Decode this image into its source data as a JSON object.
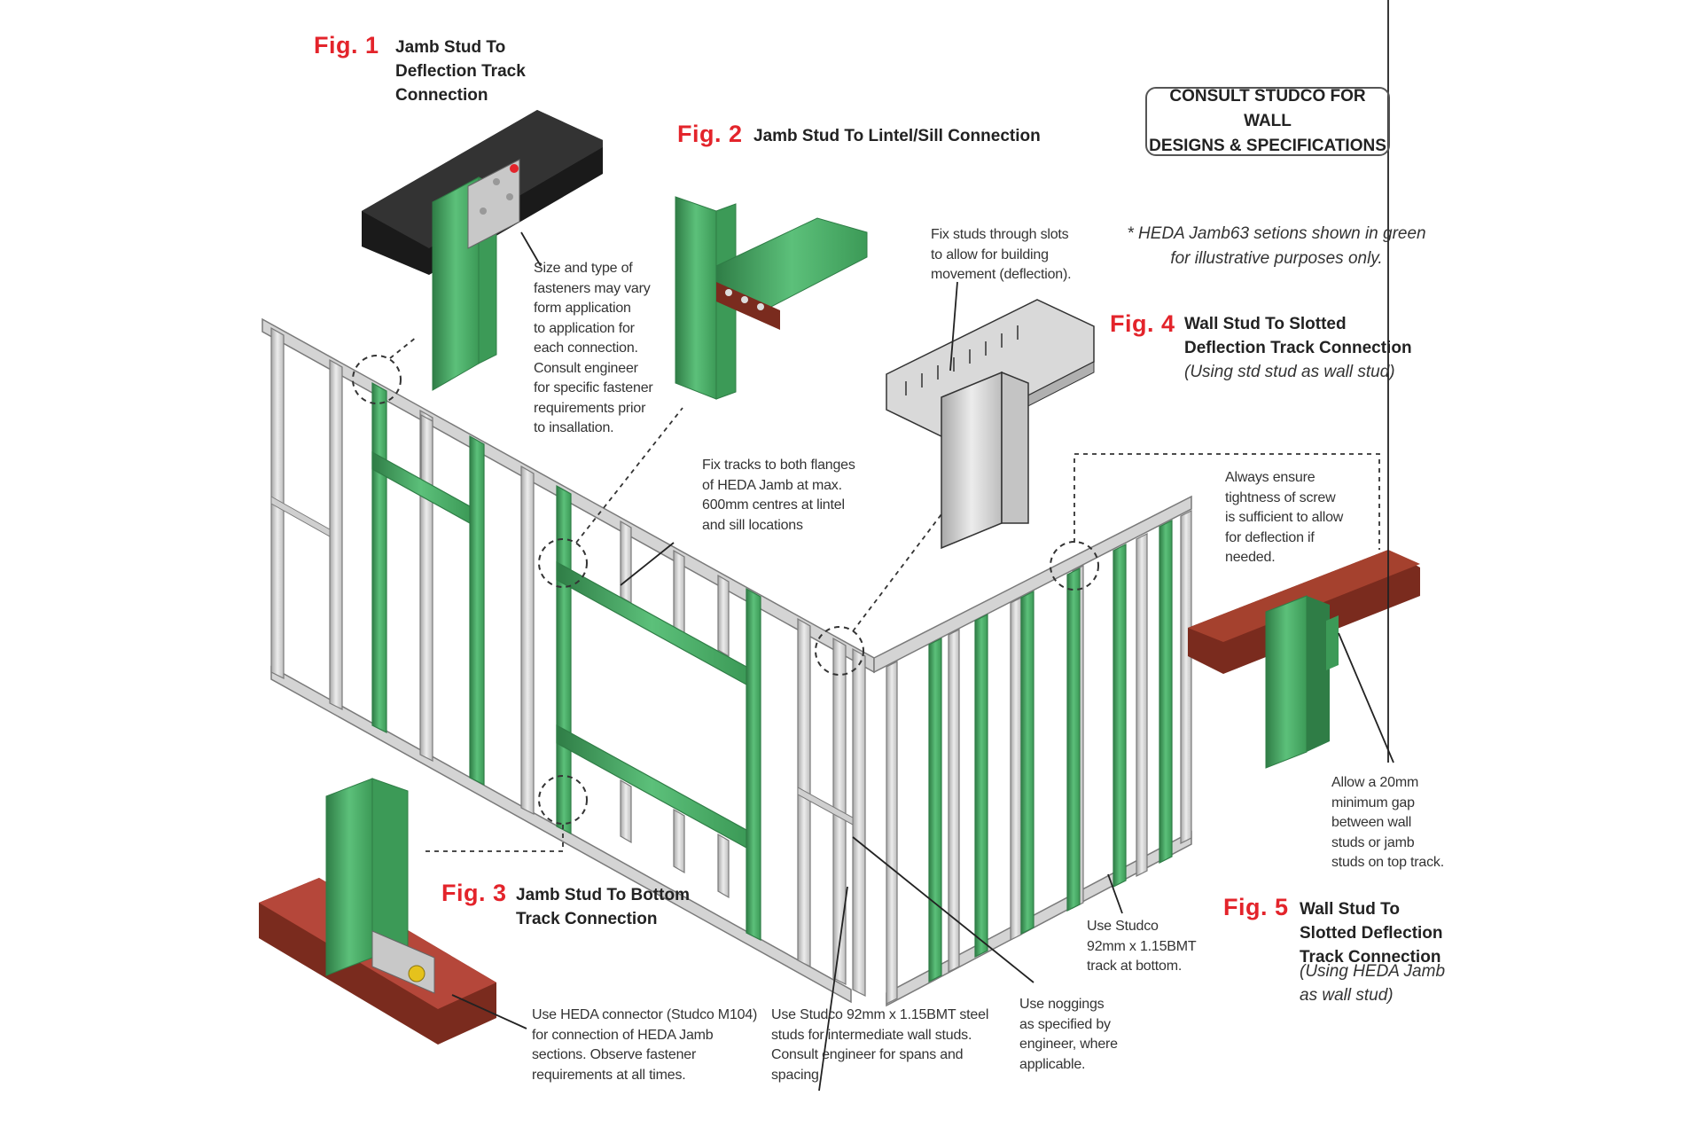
{
  "figures": [
    {
      "number": "Fig. 1",
      "title": "Jamb Stud To\nDeflection Track\nConnection"
    },
    {
      "number": "Fig. 2",
      "title": "Jamb Stud To Lintel/Sill Connection"
    },
    {
      "number": "Fig. 3",
      "title": "Jamb Stud To Bottom\nTrack Connection"
    },
    {
      "number": "Fig. 4",
      "title": "Wall Stud To Slotted\nDeflection Track Connection",
      "subtitle": "(Using std stud as wall stud)"
    },
    {
      "number": "Fig. 5",
      "title": "Wall Stud To\n  Slotted Deflection\nTrack Connection",
      "subtitle": "(Using HEDA Jamb\n     as wall stud)"
    }
  ],
  "consult_box": "CONSULT STUDCO FOR WALL\nDESIGNS & SPECIFICATIONS",
  "illustrative_note": "* HEDA Jamb63 setions shown in green\nfor illustrative purposes only.",
  "notes": {
    "fasteners": "Size and type of\nfasteners may vary\nform application\nto application for\neach connection.\nConsult engineer\nfor specific fastener\nrequirements prior\nto insallation.",
    "fix_tracks": "Fix tracks to both flanges\nof HEDA Jamb at max.\n600mm centres at lintel\nand sill locations",
    "fix_studs_slots": "Fix studs through slots\nto allow for building\nmovement (deflection).",
    "tightness": "Always ensure\ntightness of screw\nis sufficient to allow\nfor deflection if\nneeded.",
    "gap": "Allow a 20mm\nminimum gap\nbetween wall\nstuds or jamb\nstuds on top track.",
    "bottom_track": "Use Studco\n92mm x 1.15BMT\ntrack at bottom.",
    "heda_connector": "Use HEDA connector (Studco M104)\nfor connection of HEDA Jamb\nsections. Observe fastener\nrequirements at all times.",
    "intermediate_studs": "Use Studco 92mm x 1.15BMT steel\nstuds for intermediate wall studs.\nConsult engineer for spans and\nspacing.",
    "noggings": "Use noggings\nas specified by\nengineer, where\napplicable."
  },
  "colors": {
    "fig_number": "#e3242b",
    "heda_green": "#4caf6a",
    "heda_green_dark": "#2f7d46",
    "steel": "#d9d9d9",
    "steel_dark": "#8a8a8a",
    "deflection_track_black": "#1a1a1a",
    "track_brown": "#7a2b1e",
    "track_red": "#b5473a"
  }
}
